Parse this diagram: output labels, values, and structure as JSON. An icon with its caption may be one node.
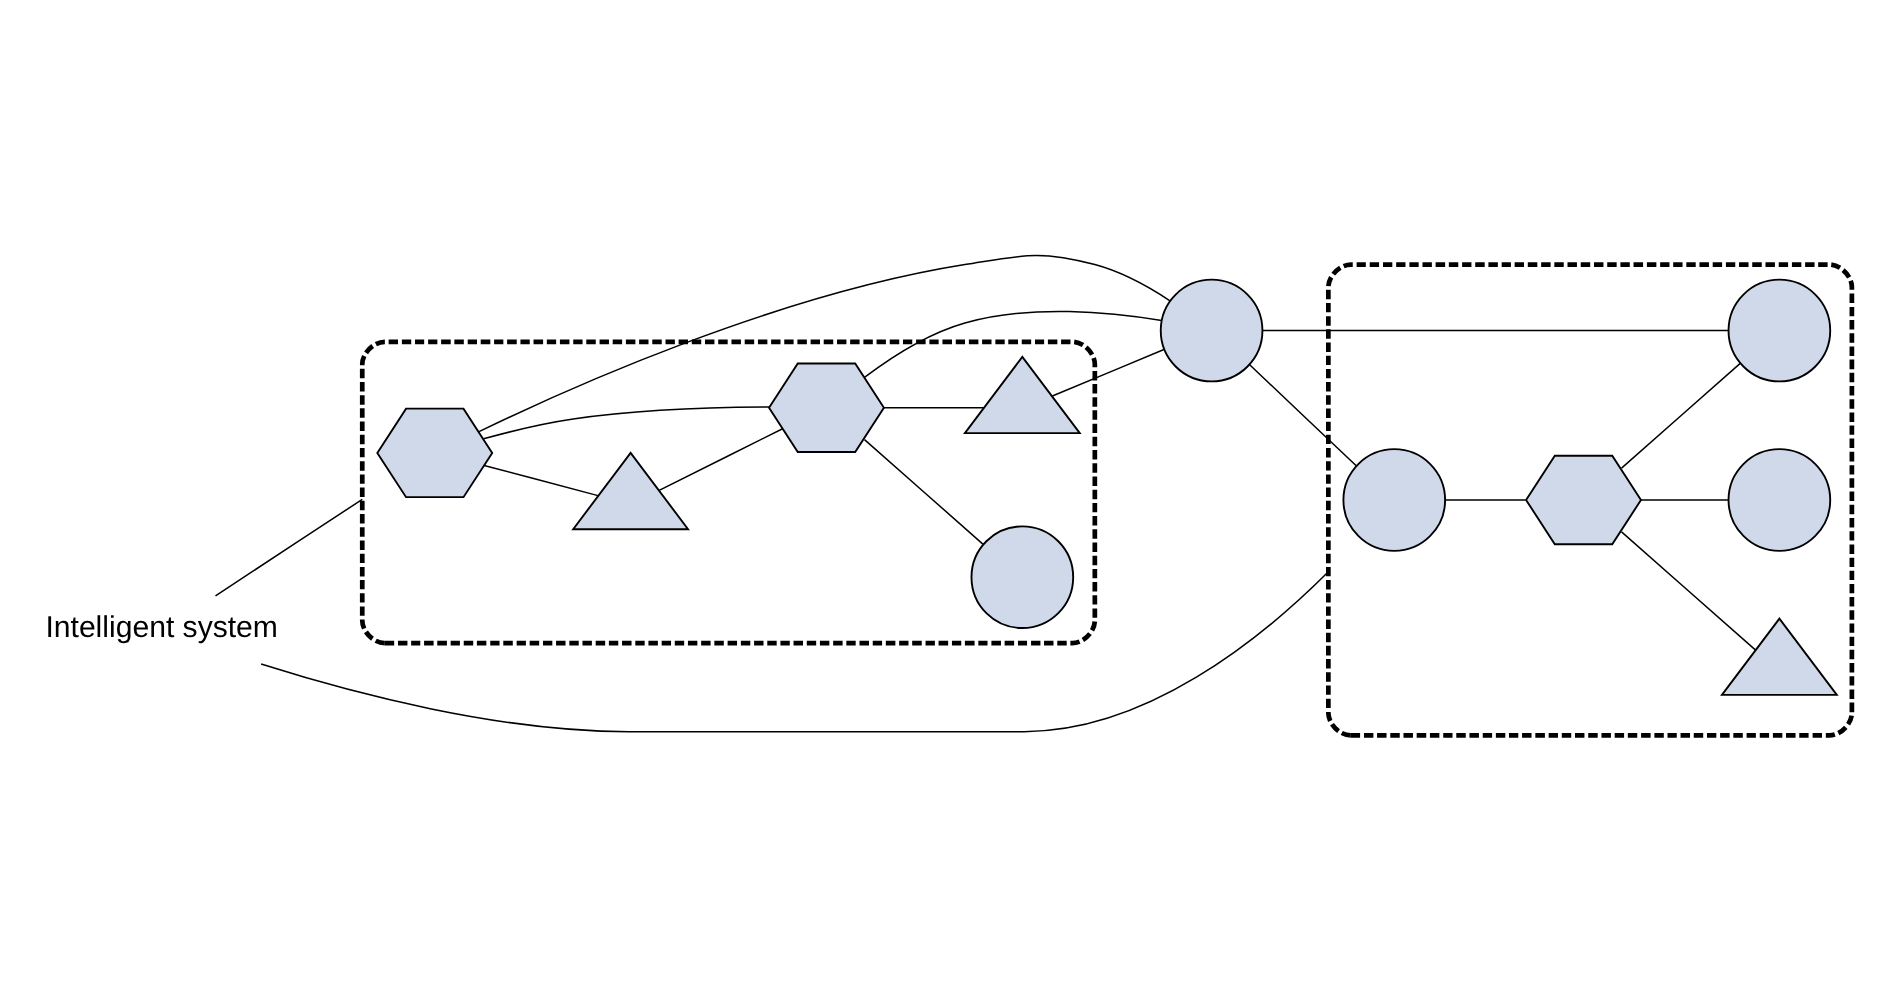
{
  "diagram": {
    "nodes": [
      {
        "text": [
          "Intelligent system"
        ]
      },
      {
        "text": [],
        "shape": "cloud"
      },
      {
        "text": [],
        "shape": "cloud"
      },
      {
        "text": [],
        "shape": "hexagon",
        "in": 1
      },
      {
        "text": [],
        "shape": "triangle",
        "in": 1
      },
      {
        "text": [],
        "shape": "hexagon",
        "in": 1
      },
      {
        "text": [],
        "shape": "circle",
        "in": 1
      },
      {
        "text": [],
        "shape": "triangle",
        "in": 1
      },
      {
        "text": [],
        "shape": "circle"
      },
      {
        "text": [],
        "shape": "circle",
        "in": 2
      },
      {
        "text": [],
        "shape": "hexagon",
        "in": 2
      },
      {
        "text": [],
        "shape": "triangle",
        "in": 2
      },
      {
        "text": [],
        "shape": "circle",
        "in": 2
      },
      {
        "text": [],
        "shape": "circle",
        "in": 2
      }
    ],
    "edges": [
      {
        "from": 0,
        "to": 1,
        "arrow": "none"
      },
      {
        "from": 0,
        "to": 2,
        "arrow": "none"
      },
      {
        "from": 3,
        "to": 4,
        "arrow": "none"
      },
      {
        "from": 3,
        "to": 5,
        "arrow": "none"
      },
      {
        "from": 3,
        "to": 8,
        "arrow": "none"
      },
      {
        "from": 4,
        "to": 5,
        "arrow": "none"
      },
      {
        "from": 5,
        "to": 8,
        "arrow": "none"
      },
      {
        "from": 5,
        "to": 6,
        "arrow": "none"
      },
      {
        "from": 5,
        "to": 7,
        "arrow": "none"
      },
      {
        "from": 7,
        "to": 8,
        "arrow": "none"
      },
      {
        "from": 8,
        "to": 9,
        "arrow": "none"
      },
      {
        "from": 8,
        "to": 12,
        "arrow": "none"
      },
      {
        "from": 9,
        "to": 10,
        "arrow": "none"
      },
      {
        "from": 10,
        "to": 11,
        "arrow": "none"
      },
      {
        "from": 10,
        "to": 12,
        "arrow": "none"
      },
      {
        "from": 10,
        "to": 13,
        "arrow": "none"
      }
    ]
  }
}
